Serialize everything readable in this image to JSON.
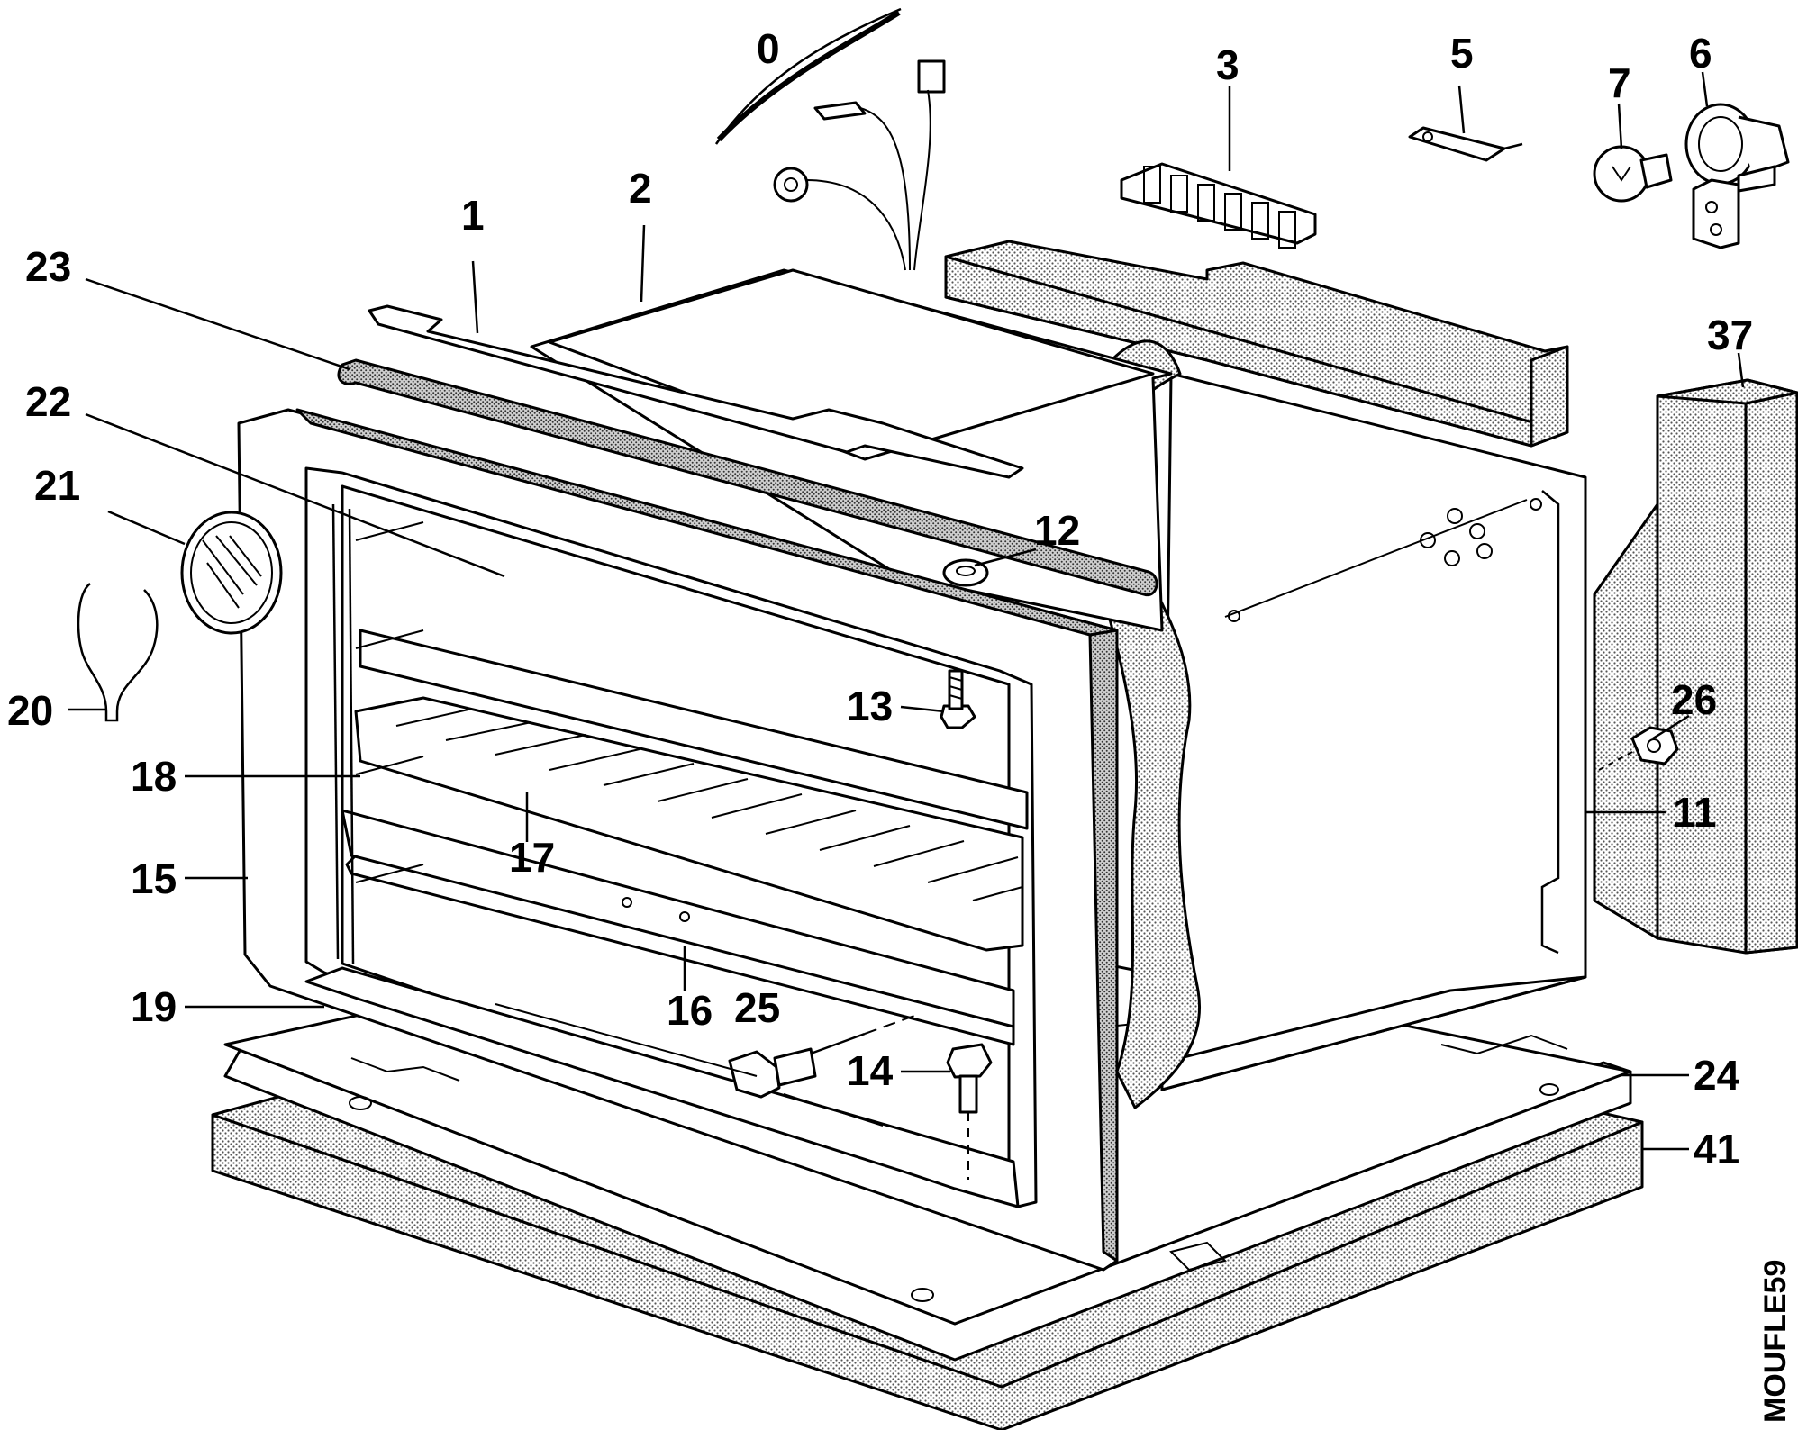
{
  "diagram": {
    "drawing_code": "MOUFLE59",
    "labels": [
      {
        "id": "0",
        "text": "0"
      },
      {
        "id": "1",
        "text": "1"
      },
      {
        "id": "2",
        "text": "2"
      },
      {
        "id": "3",
        "text": "3"
      },
      {
        "id": "5",
        "text": "5"
      },
      {
        "id": "6",
        "text": "6"
      },
      {
        "id": "7",
        "text": "7"
      },
      {
        "id": "11",
        "text": "11"
      },
      {
        "id": "12",
        "text": "12"
      },
      {
        "id": "13",
        "text": "13"
      },
      {
        "id": "14",
        "text": "14"
      },
      {
        "id": "15",
        "text": "15"
      },
      {
        "id": "16",
        "text": "16"
      },
      {
        "id": "17",
        "text": "17"
      },
      {
        "id": "18",
        "text": "18"
      },
      {
        "id": "19",
        "text": "19"
      },
      {
        "id": "20",
        "text": "20"
      },
      {
        "id": "21",
        "text": "21"
      },
      {
        "id": "22",
        "text": "22"
      },
      {
        "id": "23",
        "text": "23"
      },
      {
        "id": "24",
        "text": "24"
      },
      {
        "id": "25",
        "text": "25"
      },
      {
        "id": "26",
        "text": "26"
      },
      {
        "id": "37",
        "text": "37"
      },
      {
        "id": "41",
        "text": "41"
      }
    ]
  }
}
